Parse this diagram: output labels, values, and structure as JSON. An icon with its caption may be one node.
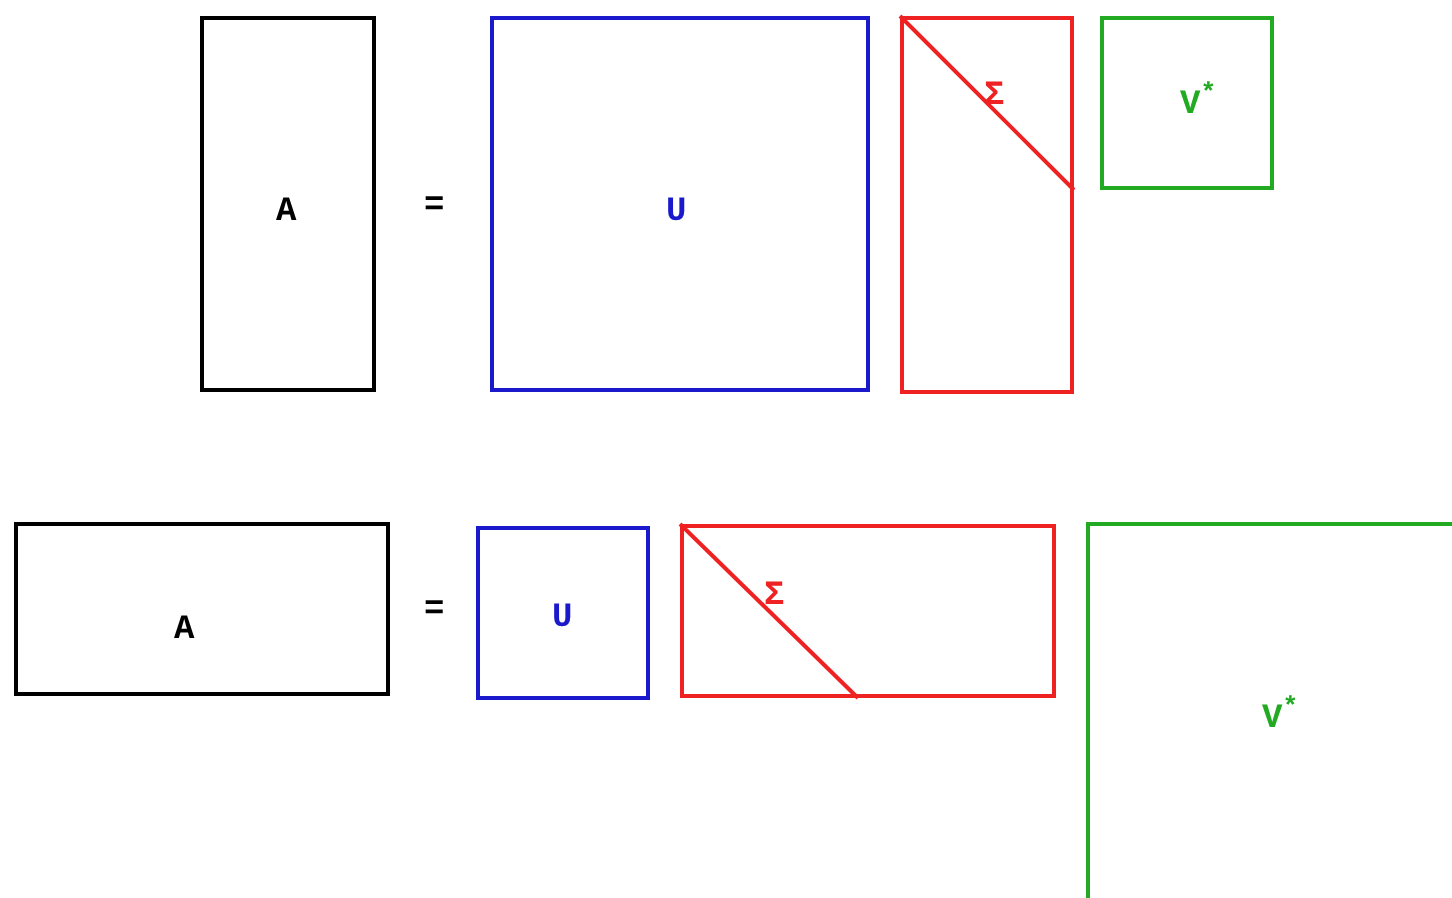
{
  "diagram": {
    "nodes": [
      {
        "text": [
          "A"
        ]
      },
      {
        "text": [
          "U"
        ]
      },
      {
        "text": [
          "Σ"
        ]
      },
      {
        "text": [
          "V$^{*}$"
        ]
      },
      {
        "text": [
          "A"
        ]
      },
      {
        "text": [
          "U"
        ]
      },
      {
        "text": [
          "Σ"
        ]
      },
      {
        "text": [
          "V$^{*}$"
        ]
      }
    ],
    "labels": [
      "=",
      "="
    ]
  }
}
